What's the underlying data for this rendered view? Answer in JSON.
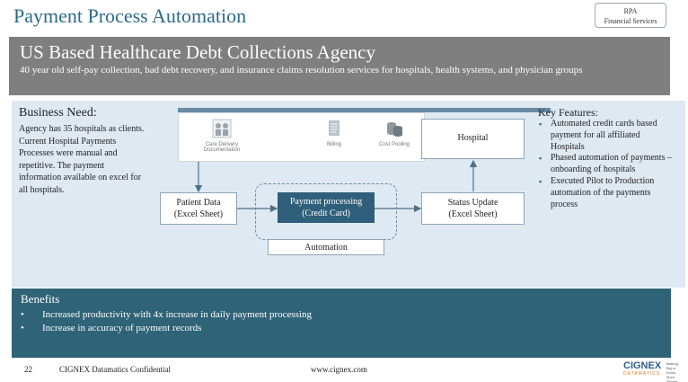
{
  "header": {
    "title": "Payment Process Automation",
    "tag_line1": "RPA",
    "tag_line2": "Financial Services"
  },
  "banner": {
    "title": "US Based Healthcare Debt Collections Agency",
    "subtitle": "40 year old self-pay collection, bad debt recovery, and insurance claims resolution services for hospitals, health systems, and physician groups"
  },
  "business_need": {
    "title": "Business Need:",
    "text": "Agency has 35 hospitals as clients. Current Hospital Payments Processes were manual and repetitive. The payment information available on excel for all hospitals."
  },
  "diagram": {
    "apps": [
      {
        "label": "Care Delivery Documentation",
        "icon": "people-icon"
      },
      {
        "label": "Billing",
        "icon": "document-icon"
      },
      {
        "label": "Cost Pooling",
        "icon": "database-icon"
      }
    ],
    "hospital": "Hospital",
    "patient_line1": "Patient Data",
    "patient_line2": "(Excel Sheet)",
    "payment_line1": "Payment processing",
    "payment_line2": "(Credit Card)",
    "status_line1": "Status Update",
    "status_line2": "(Excel Sheet)",
    "automation": "Automation",
    "accent": "#2f5f7a"
  },
  "key_features": {
    "title": "Key Features:",
    "items": [
      "Automated credit cards based payment for all affiliated Hospitals",
      "Phased automation of payments – onboarding of hospitals",
      "Executed Pilot to Production automation of the payments process"
    ]
  },
  "benefits": {
    "title": "Benefits",
    "items": [
      "Increased productivity with 4x increase in daily payment processing",
      "Increase in accuracy of payment records"
    ]
  },
  "footer": {
    "page": "22",
    "confidential": "CIGNEX Datamatics Confidential",
    "url": "www.cignex.com",
    "logo_main": "CIGNEX",
    "logo_sub": "DATAMATICS",
    "logo_tag": "Making Big or Know More Simple"
  }
}
